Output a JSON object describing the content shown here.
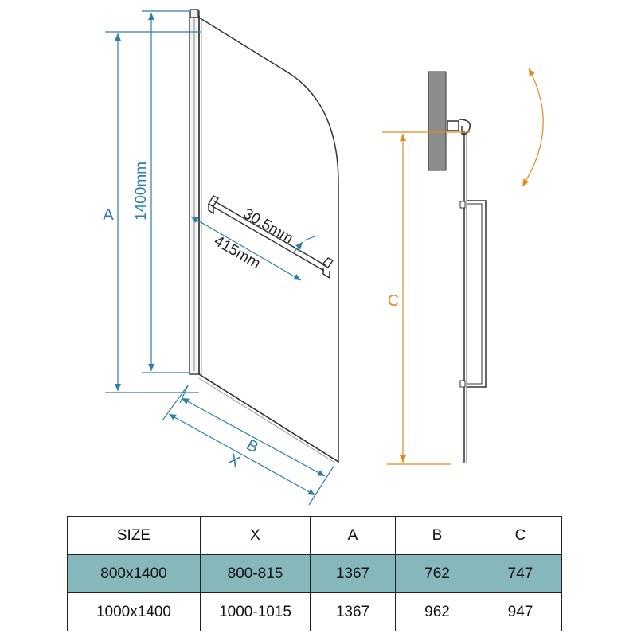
{
  "colors": {
    "dimension_blue": "#2e7ea6",
    "dimension_orange": "#e08a1e",
    "table_highlight": "#86b7bb",
    "line": "#333333"
  },
  "dimensions": {
    "a": "A",
    "height_1400": "1400mm",
    "handle_offset": "30.5mm",
    "handle_length": "415mm",
    "b": "B",
    "x": "X",
    "c": "C"
  },
  "table": {
    "headers": [
      "SIZE",
      "X",
      "A",
      "B",
      "C"
    ],
    "rows": [
      [
        "800x1400",
        "800-815",
        "1367",
        "762",
        "747"
      ],
      [
        "1000x1400",
        "1000-1015",
        "1367",
        "962",
        "947"
      ]
    ]
  }
}
